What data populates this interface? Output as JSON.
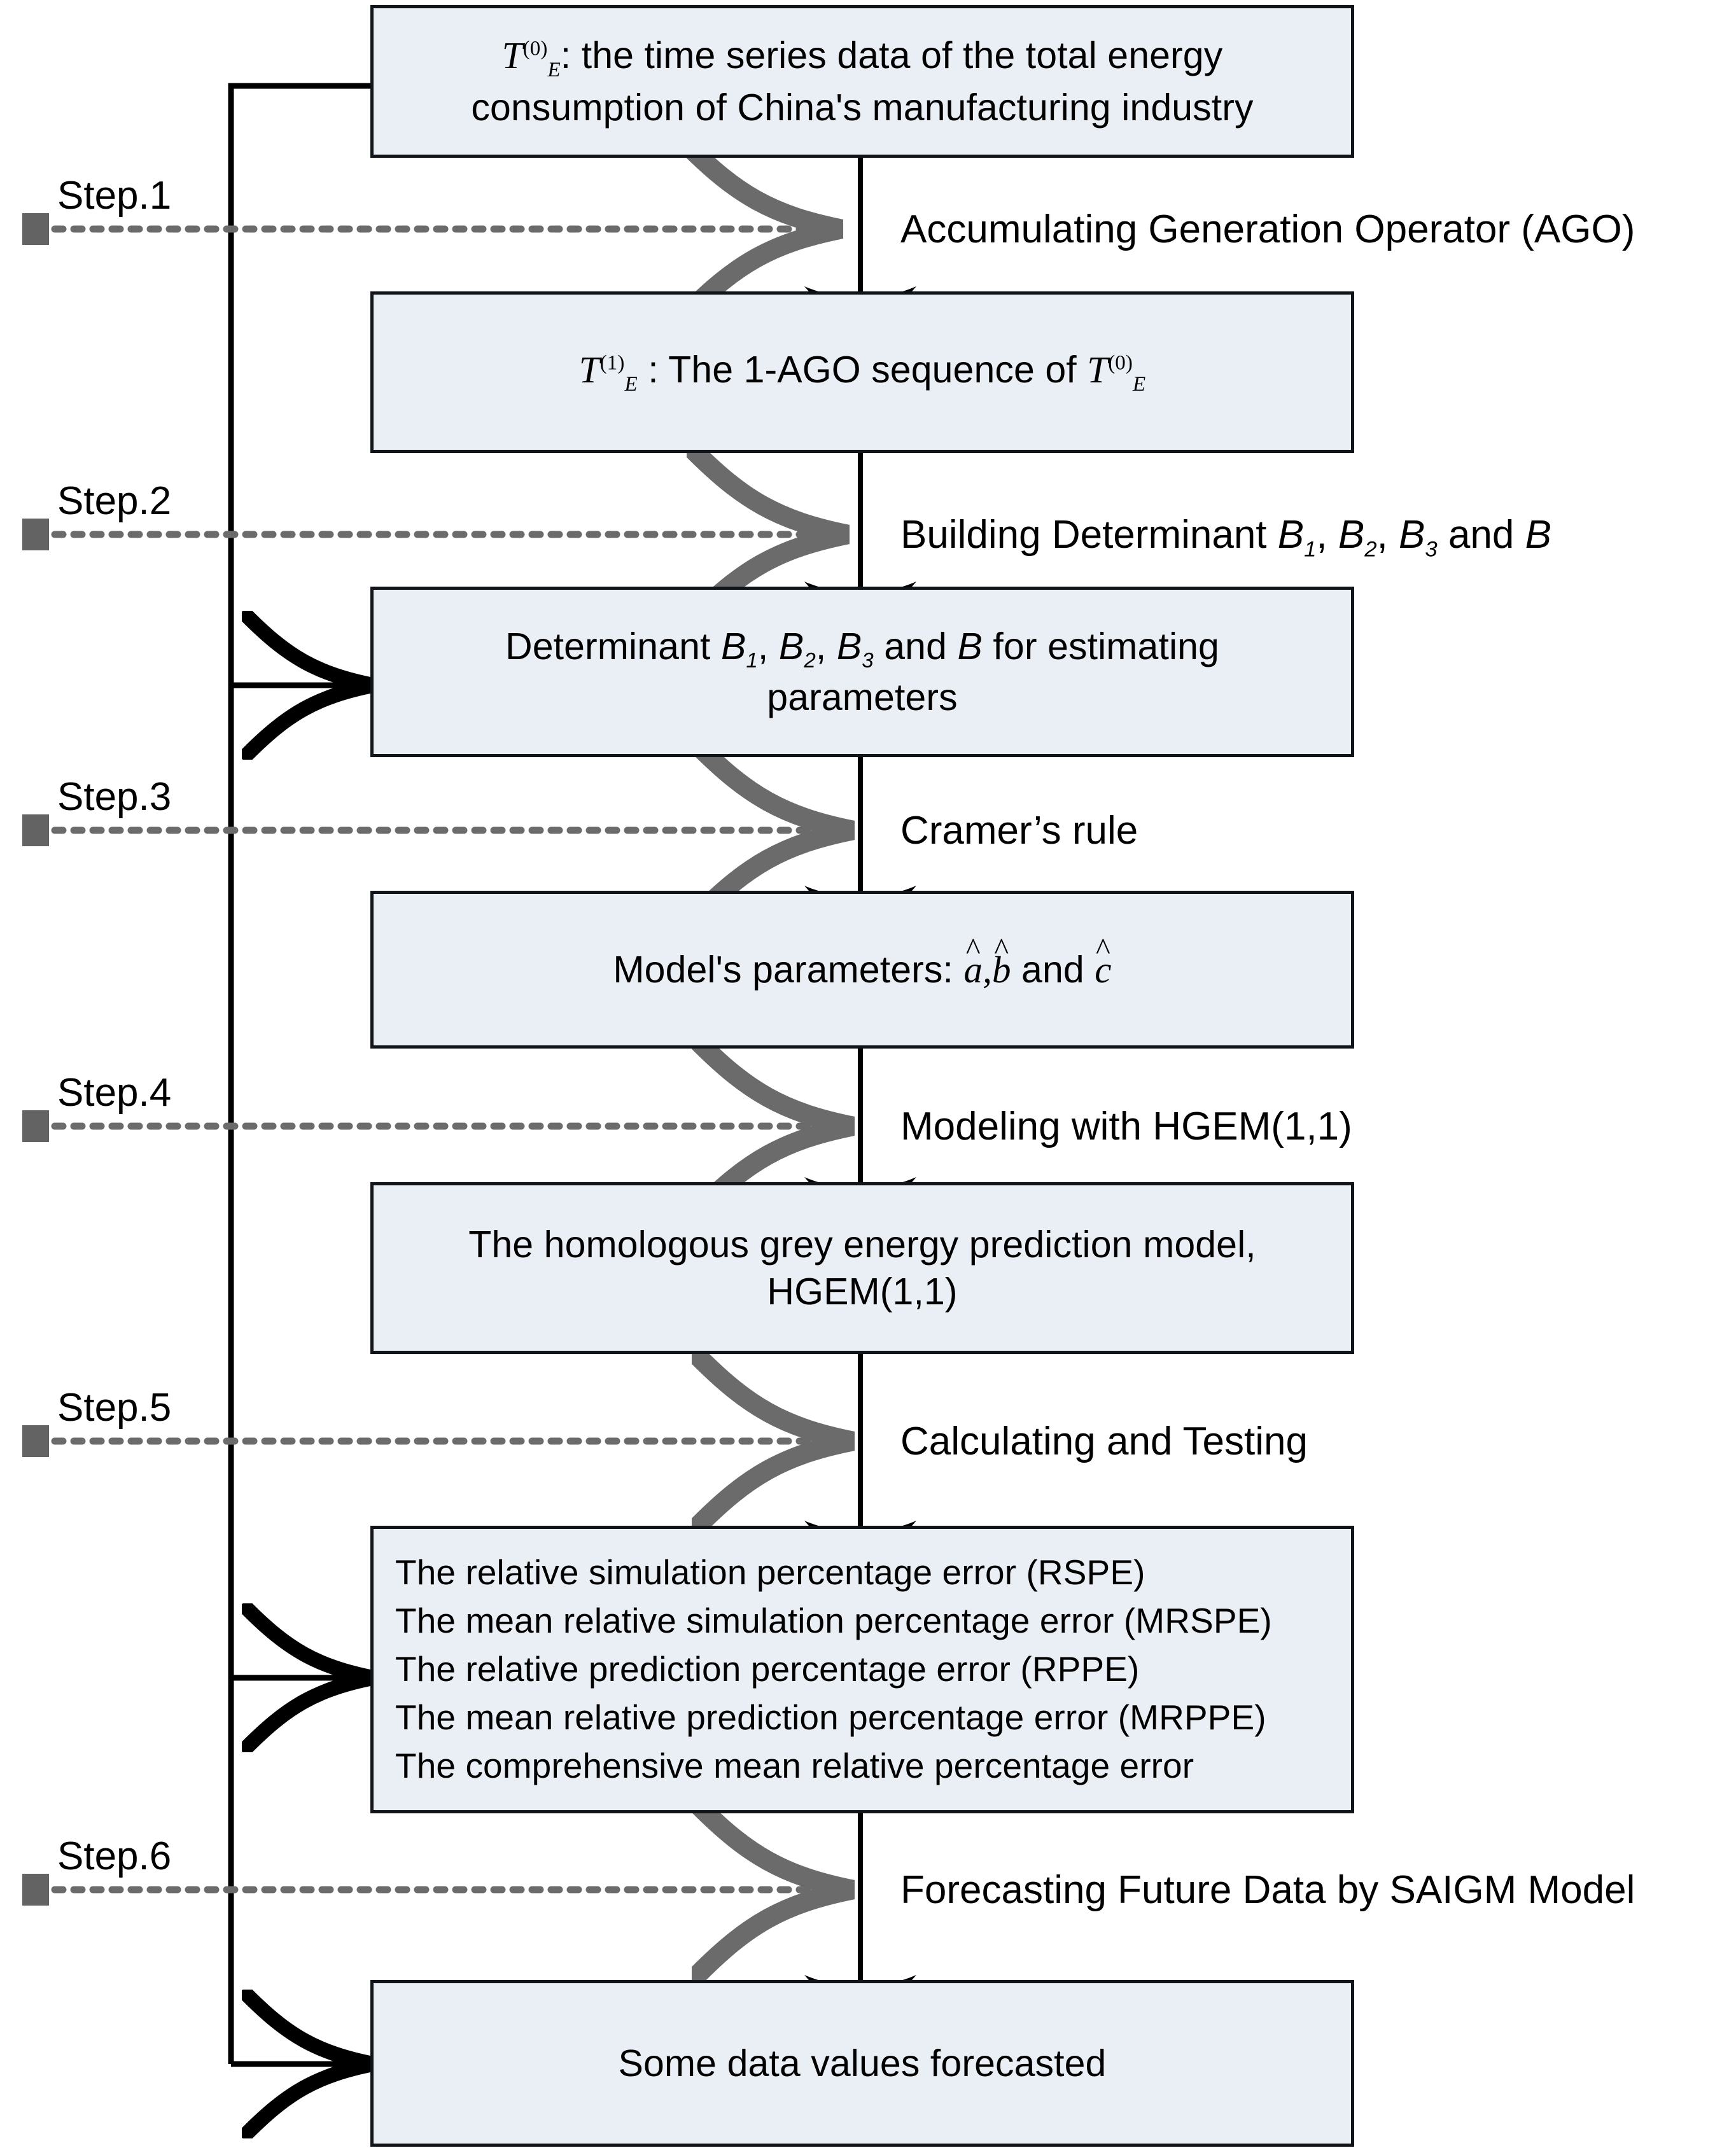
{
  "diagram": {
    "title": "HGEM(1,1) modelling flowchart",
    "colors": {
      "box_fill": "#eaeef5",
      "box_border": "#111418",
      "solid_arrow": "#000000",
      "dotted_arrow": "#6b6b6b",
      "step_bullet": "#636363"
    }
  },
  "nodes": [
    {
      "id": "node-source-data",
      "name": "source-data-box",
      "line1_var": "T",
      "line1_sup": "(0)",
      "line1_sub": "E",
      "line1_rest": ": the time series data of the total energy",
      "line2": "consumption of China's manufacturing industry"
    },
    {
      "id": "node-ago-sequence",
      "name": "ago-sequence-box",
      "var1": "T",
      "var1_sup": "(1)",
      "var1_sub": "E",
      "mid": " : The 1-AGO sequence of ",
      "var2": "T",
      "var2_sup": "(0)",
      "var2_sub": "E"
    },
    {
      "id": "node-determinants",
      "name": "determinants-box",
      "line1_pre": "Determinant ",
      "b1": "B",
      "b1_sub": "1",
      "b2": "B",
      "b2_sub": "2",
      "b3": "B",
      "b3_sub": "3",
      "and": " and ",
      "b": "B",
      "line1_post": " for estimating",
      "line2": "parameters"
    },
    {
      "id": "node-parameters",
      "name": "model-parameters-box",
      "pre": "Model's parameters:  ",
      "a": "a",
      "comma": ",",
      "b": "b",
      "mid": "  and   ",
      "c": "c"
    },
    {
      "id": "node-hgem",
      "name": "hgem-model-box",
      "line1": "The homologous grey energy prediction model,",
      "line2": "HGEM(1,1)"
    },
    {
      "id": "node-errors",
      "name": "error-metrics-box",
      "lines": [
        "The relative simulation percentage error (RSPE)",
        "The mean relative simulation percentage error (MRSPE)",
        "The relative prediction percentage error (RPPE)",
        "The mean relative prediction percentage error (MRPPE)",
        "The comprehensive mean relative percentage error"
      ]
    },
    {
      "id": "node-forecast",
      "name": "forecast-output-box",
      "text": "Some data values forecasted"
    }
  ],
  "steps": [
    {
      "label": "Step.1",
      "annotation": "Accumulating Generation Operator (AGO)"
    },
    {
      "label": "Step.2",
      "annotation_pre": "Building Determinant ",
      "b1": "B",
      "b1_sub": "1",
      "b2": "B",
      "b2_sub": "2",
      "b3": "B",
      "b3_sub": "3",
      "annotation_and": " and ",
      "b": "B"
    },
    {
      "label": "Step.3",
      "annotation": "Cramer’s rule"
    },
    {
      "label": "Step.4",
      "annotation": "Modeling with HGEM(1,1)"
    },
    {
      "label": "Step.5",
      "annotation": "Calculating and Testing"
    },
    {
      "label": "Step.6",
      "annotation": "Forecasting Future Data by SAIGM Model"
    }
  ]
}
